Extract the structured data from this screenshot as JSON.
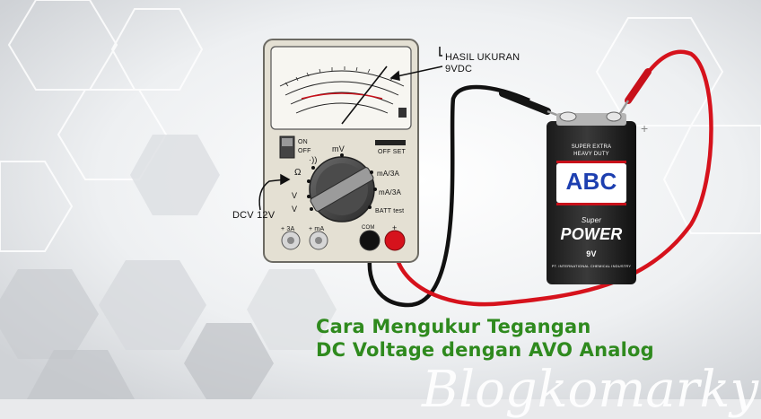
{
  "annotations": {
    "result_line1": "HASIL UKURAN",
    "result_line2": "9VDC",
    "range_setting": "DCV 12V"
  },
  "multimeter": {
    "switch_on": "ON",
    "switch_off": "OFF",
    "offset": "OFF SET",
    "dial_labels": {
      "mv": "mV",
      "buzzer": "·))",
      "ohm": "Ω",
      "v_dc": "V",
      "v_ac": "V",
      "ma": "mA/3A",
      "ma_ac": "mA/3A",
      "batt": "BATT test"
    },
    "jack_3a": "+ 3A",
    "jack_ma": "+ mA",
    "jack_com": "COM",
    "jack_plus": "+"
  },
  "battery": {
    "top_text_1": "SUPER EXTRA",
    "top_text_2": "HEAVY DUTY",
    "brand": "ABC",
    "super": "Super",
    "power": "POWER",
    "voltage": "9V",
    "maker": "PT. INTERNATIONAL CHEMICAL INDUSTRY",
    "plus_mark": "+"
  },
  "title": {
    "line1": "Cara Mengukur Tegangan",
    "line2": "DC Voltage dengan AVO Analog"
  },
  "watermark": "Blogkomarky",
  "colors": {
    "title": "#2f8a1e",
    "probe_red": "#d6121c",
    "probe_black": "#111111",
    "meter_body": "#e4e0d3"
  }
}
